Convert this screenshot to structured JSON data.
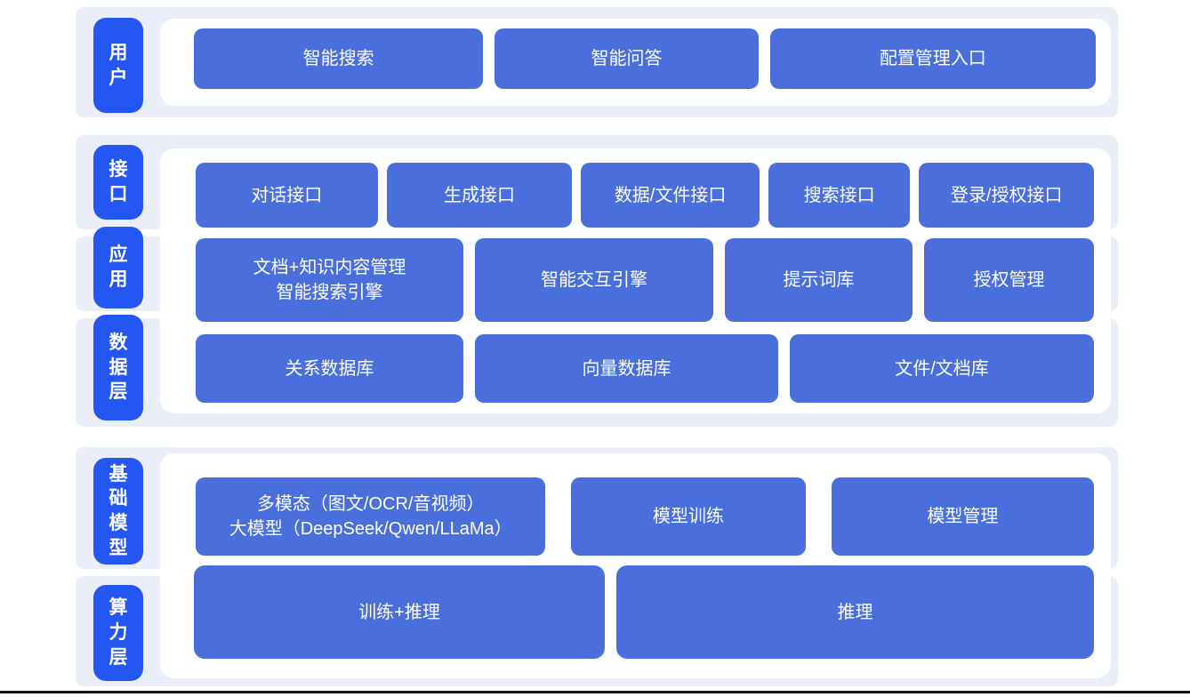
{
  "colors": {
    "page_bg": "#ffffff",
    "band_bg": "#e9eef9",
    "pill_bg": "#2457f2",
    "box_bg": "#4a6fdd",
    "text": "#ffffff",
    "bottom_line": "#14151c"
  },
  "sections": [
    {
      "rows": [
        {
          "label": "用户",
          "boxes": [
            "智能搜索",
            "智能问答",
            "配置管理入口"
          ]
        }
      ]
    },
    {
      "rows": [
        {
          "label": "接口",
          "boxes": [
            "对话接口",
            "生成接口",
            "数据/文件接口",
            "搜索接口",
            "登录/授权接口"
          ]
        },
        {
          "label": "应用",
          "boxes": [
            "文档+知识内容管理\n智能搜索引擎",
            "智能交互引擎",
            "提示词库",
            "授权管理"
          ]
        },
        {
          "label": "数据层",
          "boxes": [
            "关系数据库",
            "向量数据库",
            "文件/文档库"
          ]
        }
      ]
    },
    {
      "rows": [
        {
          "label": "基础模型",
          "boxes": [
            "多模态（图文/OCR/音视频）\n大模型（DeepSeek/Qwen/LLaMa）",
            "模型训练",
            "模型管理"
          ]
        },
        {
          "label": "算力层",
          "boxes": [
            "训练+推理",
            "推理"
          ]
        }
      ]
    }
  ]
}
